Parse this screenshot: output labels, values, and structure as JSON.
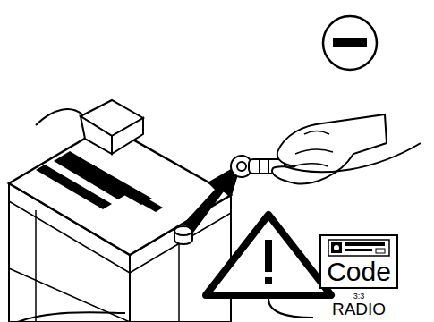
{
  "diagram": {
    "nodes": [
      {
        "text": [
          "Code"
        ]
      }
    ],
    "labels": [
      "3:3",
      "RADIO"
    ]
  }
}
